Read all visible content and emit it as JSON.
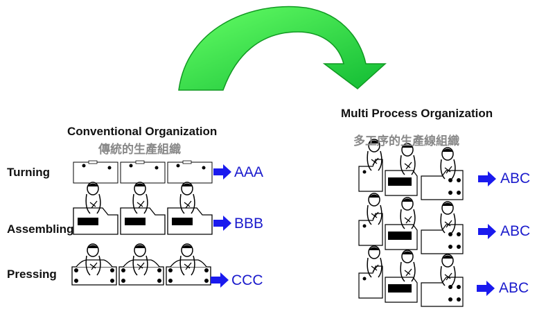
{
  "left": {
    "title": "Conventional Organization",
    "subtitle": "傳統的生產組織",
    "rows": [
      {
        "label": "Turning",
        "output": "AAA"
      },
      {
        "label": "Assembling",
        "output": "BBB"
      },
      {
        "label": "Pressing",
        "output": "CCC"
      }
    ]
  },
  "right": {
    "title": "Multi Process Organization",
    "subtitle": "多工序的生產線組織",
    "rows": [
      {
        "output": "ABC"
      },
      {
        "output": "ABC"
      },
      {
        "output": "ABC"
      }
    ]
  },
  "colors": {
    "arrow_green": "#22dd44",
    "output_arrow": "#1a1aee",
    "output_text": "#1a1acc"
  }
}
